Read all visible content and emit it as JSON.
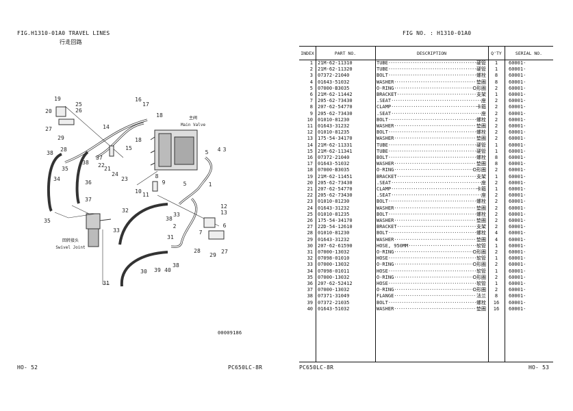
{
  "left_page": {
    "fig_title": "FIG.H1310-01A0 TRAVEL LINES",
    "fig_title_cn": "行走回路",
    "main_valve_cn": "主阀",
    "main_valve": "Main Valve",
    "swivel_joint_cn": "回转接头",
    "swivel_joint": "Swivel Joint",
    "drawing_number": "00009186",
    "callouts": [
      "19",
      "25",
      "20",
      "26",
      "27",
      "14",
      "16",
      "17",
      "18",
      "18",
      "29",
      "28",
      "15",
      "38",
      "35",
      "37",
      "38",
      "22",
      "21",
      "24",
      "23",
      "5",
      "4",
      "3",
      "34",
      "36",
      "1",
      "10",
      "11",
      "8",
      "9",
      "5",
      "37",
      "12",
      "13",
      "32",
      "33",
      "38",
      "35",
      "6",
      "2",
      "7",
      "33",
      "31",
      "28",
      "29",
      "27",
      "30",
      "39",
      "40",
      "38",
      "31"
    ],
    "footer_page": "HO-  52",
    "footer_model": "PC650LC-8R"
  },
  "right_page": {
    "fig_no": "FIG NO.  : H1310-01A0",
    "headers": {
      "index": "INDEX",
      "part": "PART  NO.",
      "desc": "DESCRIPTION",
      "qty": "Q'TY",
      "serial": "SERIAL NO."
    },
    "rows": [
      {
        "index": "1",
        "part": "21M-62-11310",
        "desc": "TUBE",
        "cn": "硬管",
        "qty": "1",
        "serial": "60001-"
      },
      {
        "index": "2",
        "part": "21M-62-11320",
        "desc": "TUBE",
        "cn": "硬管",
        "qty": "1",
        "serial": "60001-"
      },
      {
        "index": "3",
        "part": "07372-21040",
        "desc": "BOLT",
        "cn": "螺栓",
        "qty": "8",
        "serial": "60001-"
      },
      {
        "index": "4",
        "part": "01643-51032",
        "desc": "WASHER",
        "cn": "垫圈",
        "qty": "8",
        "serial": "60001-"
      },
      {
        "index": "5",
        "part": "07000-B3035",
        "desc": "O-RING",
        "cn": "O形圈",
        "qty": "2",
        "serial": "60001-"
      },
      {
        "index": "6",
        "part": "21M-62-11442",
        "desc": "BRACKET",
        "cn": "支架",
        "qty": "1",
        "serial": "60001-"
      },
      {
        "index": "7",
        "part": "205-62-73430",
        "desc": ".SEAT",
        "cn": "座",
        "qty": "2",
        "serial": "60001-"
      },
      {
        "index": "8",
        "part": "207-62-54770",
        "desc": "CLAMP",
        "cn": "卡箍",
        "qty": "2",
        "serial": "60001-"
      },
      {
        "index": "9",
        "part": "205-62-73430",
        "desc": ".SEAT",
        "cn": "座",
        "qty": "2",
        "serial": "60001-"
      },
      {
        "index": "10",
        "part": "01010-81230",
        "desc": "BOLT",
        "cn": "螺栓",
        "qty": "2",
        "serial": "60001-"
      },
      {
        "index": "11",
        "part": "01643-31232",
        "desc": "WASHER",
        "cn": "垫圈",
        "qty": "2",
        "serial": "60001-"
      },
      {
        "index": "12",
        "part": "01010-81235",
        "desc": "BOLT",
        "cn": "螺栓",
        "qty": "2",
        "serial": "60001-"
      },
      {
        "index": "13",
        "part": "175-54-34170",
        "desc": "WASHER",
        "cn": "垫圈",
        "qty": "2",
        "serial": "60001-"
      },
      {
        "index": "14",
        "part": "21M-62-11331",
        "desc": "TUBE",
        "cn": "硬管",
        "qty": "1",
        "serial": "60001-"
      },
      {
        "index": "15",
        "part": "21M-62-11341",
        "desc": "TUBE",
        "cn": "硬管",
        "qty": "1",
        "serial": "60001-"
      },
      {
        "index": "16",
        "part": "07372-21040",
        "desc": "BOLT",
        "cn": "螺栓",
        "qty": "8",
        "serial": "60001-"
      },
      {
        "index": "17",
        "part": "01643-51032",
        "desc": "WASHER",
        "cn": "垫圈",
        "qty": "8",
        "serial": "60001-"
      },
      {
        "index": "18",
        "part": "07000-B3035",
        "desc": "O-RING",
        "cn": "O形圈",
        "qty": "2",
        "serial": "60001-"
      },
      {
        "index": "19",
        "part": "21M-62-11451",
        "desc": "BRACKET",
        "cn": "支架",
        "qty": "1",
        "serial": "60001-"
      },
      {
        "index": "20",
        "part": "205-62-73430",
        "desc": ".SEAT",
        "cn": "座",
        "qty": "2",
        "serial": "60001-"
      },
      {
        "index": "21",
        "part": "207-62-54770",
        "desc": "CLAMP",
        "cn": "卡箍",
        "qty": "1",
        "serial": "60001-"
      },
      {
        "index": "22",
        "part": "205-62-73430",
        "desc": ".SEAT",
        "cn": "座",
        "qty": "2",
        "serial": "60001-"
      },
      {
        "index": "23",
        "part": "01010-81230",
        "desc": "BOLT",
        "cn": "螺栓",
        "qty": "2",
        "serial": "60001-"
      },
      {
        "index": "24",
        "part": "01643-31232",
        "desc": "WASHER",
        "cn": "垫圈",
        "qty": "2",
        "serial": "60001-"
      },
      {
        "index": "25",
        "part": "01010-81235",
        "desc": "BOLT",
        "cn": "螺栓",
        "qty": "2",
        "serial": "60001-"
      },
      {
        "index": "26",
        "part": "175-54-34170",
        "desc": "WASHER",
        "cn": "垫圈",
        "qty": "2",
        "serial": "60001-"
      },
      {
        "index": "27",
        "part": "22D-54-12610",
        "desc": "BRACKET",
        "cn": "支架",
        "qty": "2",
        "serial": "60001-"
      },
      {
        "index": "28",
        "part": "01010-81230",
        "desc": "BOLT",
        "cn": "螺栓",
        "qty": "4",
        "serial": "60001-"
      },
      {
        "index": "29",
        "part": "01643-31232",
        "desc": "WASHER",
        "cn": "垫圈",
        "qty": "4",
        "serial": "60001-"
      },
      {
        "index": "30",
        "part": "207-62-61590",
        "desc": "HOSE, 950MM ",
        "cn": "软管",
        "qty": "1",
        "serial": "60001-"
      },
      {
        "index": "31",
        "part": "07000-13032",
        "desc": "O-RING",
        "cn": "O形圈",
        "qty": "2",
        "serial": "60001-"
      },
      {
        "index": "32",
        "part": "07098-01010",
        "desc": "HOSE",
        "cn": "软管",
        "qty": "1",
        "serial": "60001-"
      },
      {
        "index": "33",
        "part": "07000-13032",
        "desc": "O-RING",
        "cn": "O形圈",
        "qty": "2",
        "serial": "60001-"
      },
      {
        "index": "34",
        "part": "07098-01011",
        "desc": "HOSE",
        "cn": "软管",
        "qty": "1",
        "serial": "60001-"
      },
      {
        "index": "35",
        "part": "07000-13032",
        "desc": "O-RING",
        "cn": "O形圈",
        "qty": "2",
        "serial": "60001-"
      },
      {
        "index": "36",
        "part": "207-62-52412",
        "desc": "HOSE",
        "cn": "软管",
        "qty": "1",
        "serial": "60001-"
      },
      {
        "index": "37",
        "part": "07000-13032",
        "desc": "O-RING",
        "cn": "O形圈",
        "qty": "2",
        "serial": "60001-"
      },
      {
        "index": "38",
        "part": "07371-31049",
        "desc": "FLANGE",
        "cn": "法兰",
        "qty": "8",
        "serial": "60001-"
      },
      {
        "index": "39",
        "part": "07372-21035",
        "desc": "BOLT",
        "cn": "螺栓",
        "qty": "16",
        "serial": "60001-"
      },
      {
        "index": "40",
        "part": "01643-51032",
        "desc": "WASHER",
        "cn": "垫圈",
        "qty": "16",
        "serial": "60001-"
      }
    ],
    "footer_model": "PC650LC-8R",
    "footer_page": "HO-   53"
  }
}
